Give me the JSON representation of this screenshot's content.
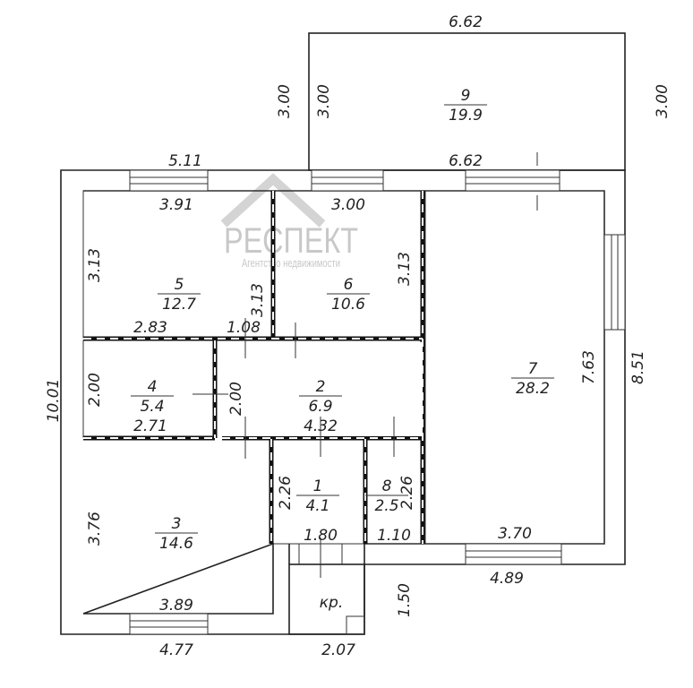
{
  "watermark": {
    "brand": "РЕСПЕКТ",
    "tagline": "Агентство недвижимости"
  },
  "rooms": [
    {
      "number": "1",
      "area": "4.1"
    },
    {
      "number": "2",
      "area": "6.9"
    },
    {
      "number": "3",
      "area": "14.6"
    },
    {
      "number": "4",
      "area": "5.4"
    },
    {
      "number": "5",
      "area": "12.7"
    },
    {
      "number": "6",
      "area": "10.6"
    },
    {
      "number": "7",
      "area": "28.2"
    },
    {
      "number": "8",
      "area": "2.5"
    },
    {
      "number": "9",
      "area": "19.9"
    }
  ],
  "porch_label": "кр.",
  "dimensions": [
    "6.62",
    "3.00",
    "3.00",
    "3.00",
    "5.11",
    "6.62",
    "3.91",
    "3.00",
    "3.13",
    "3.13",
    "3.13",
    "2.83",
    "1.08",
    "7.63",
    "8.51",
    "10.01",
    "2.00",
    "2.71",
    "2.00",
    "4.32",
    "2.26",
    "1.80",
    "2.26",
    "1.10",
    "3.70",
    "3.76",
    "3.89",
    "4.89",
    "1.50",
    "4.77",
    "2.07"
  ]
}
